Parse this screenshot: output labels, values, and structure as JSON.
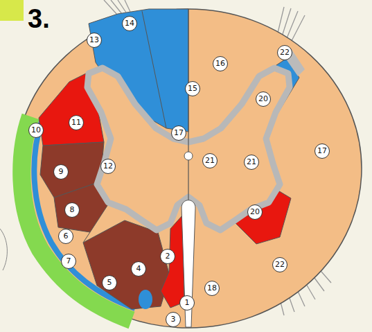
{
  "diagram": {
    "labels": [
      "3.",
      "1",
      "2",
      "3",
      "4",
      "5",
      "6",
      "7",
      "8",
      "9",
      "10",
      "11",
      "12",
      "13",
      "14",
      "15",
      "16",
      "17",
      "22",
      "20",
      "17",
      "21",
      "21",
      "20",
      "18",
      "22"
    ]
  }
}
